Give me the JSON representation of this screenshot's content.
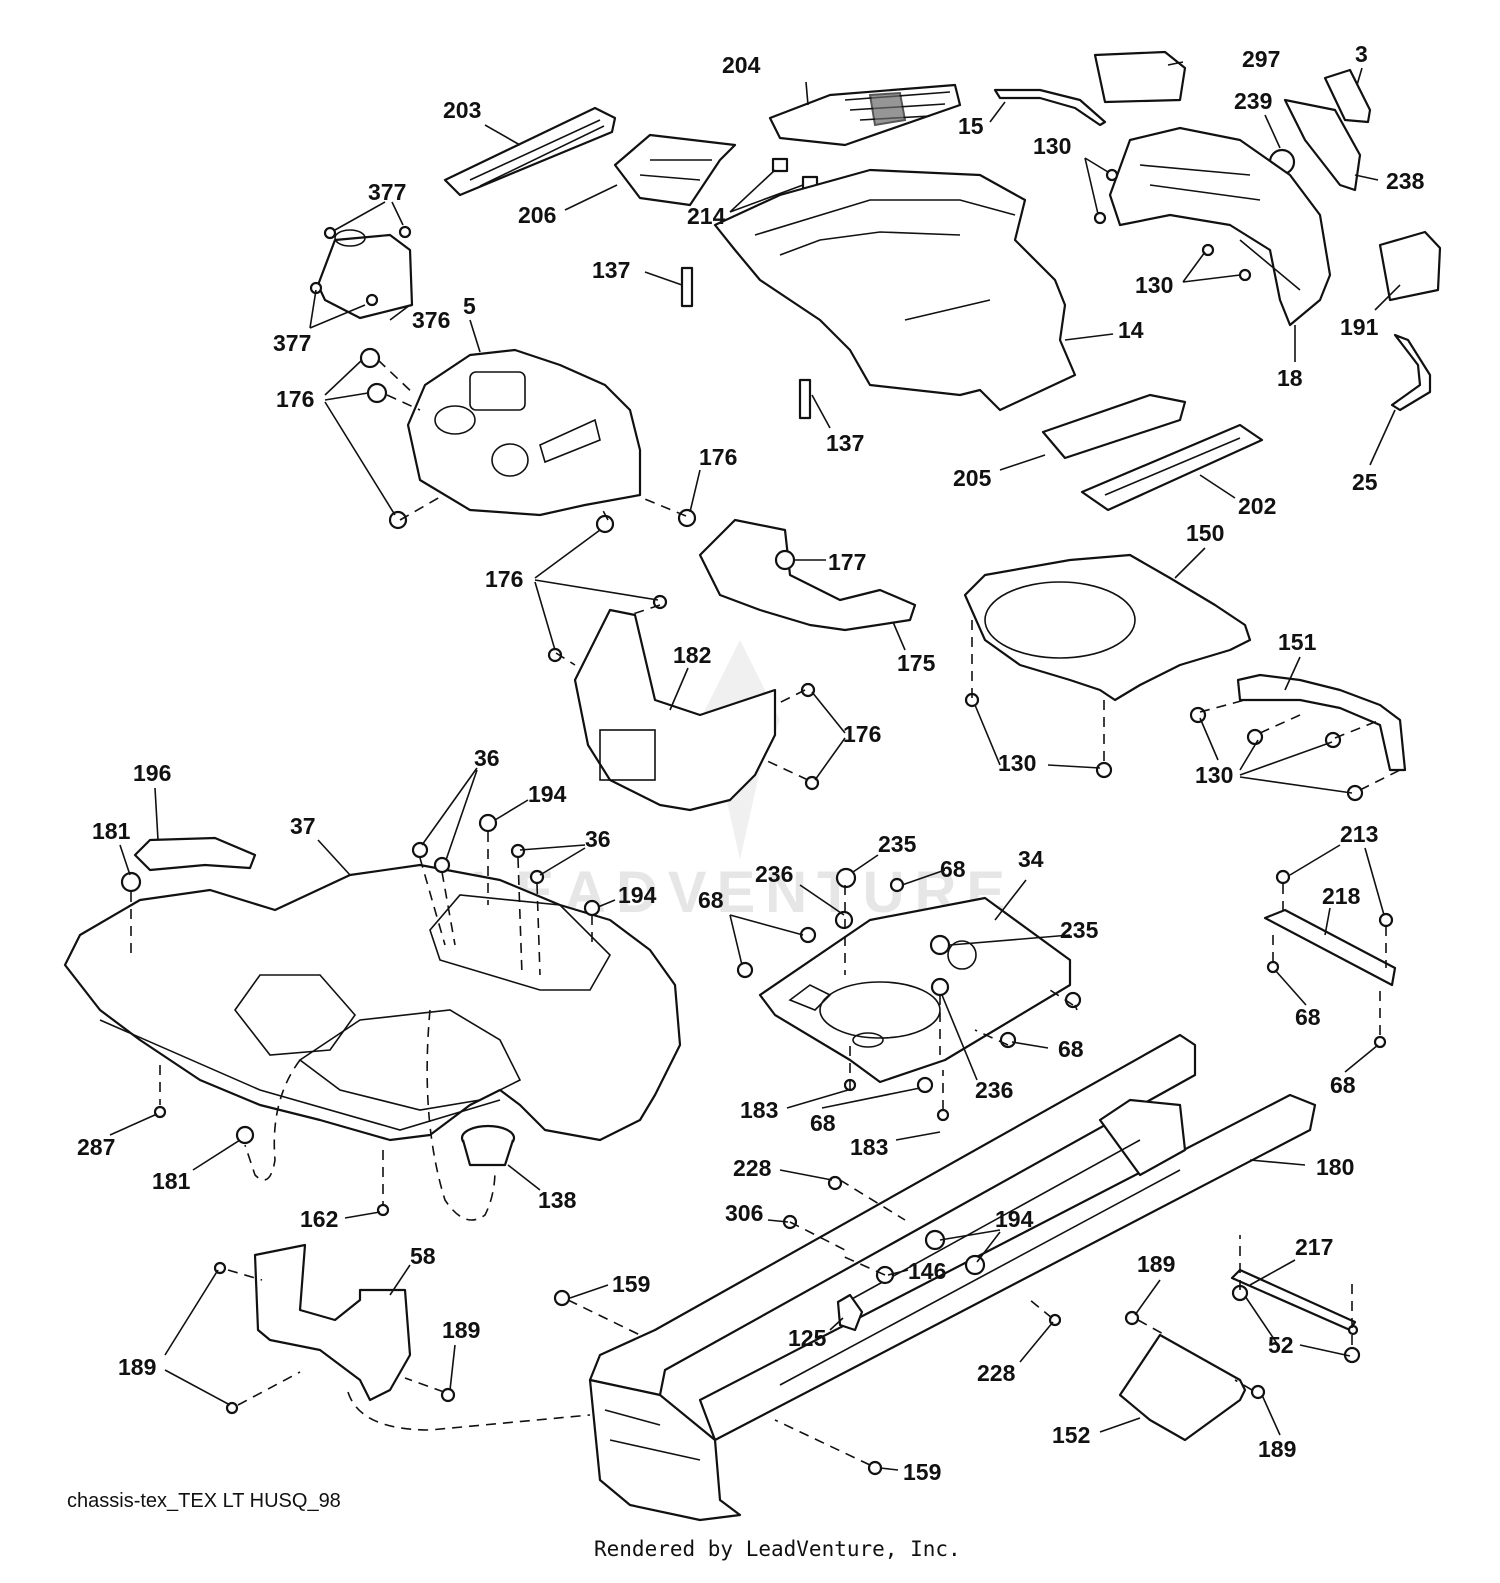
{
  "diagram_id": "chassis-tex_TEX LT HUSQ_98",
  "footer": "Rendered by LeadVenture, Inc.",
  "watermark": "LEADVENTURE",
  "labels": {
    "p204": "204",
    "p297": "297",
    "p3": "3",
    "p203": "203",
    "p15": "15",
    "p239": "239",
    "p130a": "130",
    "p238": "238",
    "p377a": "377",
    "p206": "206",
    "p214": "214",
    "p137a": "137",
    "p130b": "130",
    "p191": "191",
    "p5": "5",
    "p14": "14",
    "p377b": "377",
    "p376": "376",
    "p18": "18",
    "p176a": "176",
    "p137b": "137",
    "p176b": "176",
    "p205": "205",
    "p25": "25",
    "p202": "202",
    "p150": "150",
    "p177": "177",
    "p176c": "176",
    "p175": "175",
    "p151": "151",
    "p182": "182",
    "p176d": "176",
    "p130c": "130",
    "p130d": "130",
    "p36a": "36",
    "p196": "196",
    "p194a": "194",
    "p181a": "181",
    "p37": "37",
    "p36b": "36",
    "p235a": "235",
    "p34": "34",
    "p236a": "236",
    "p68a": "68",
    "p213": "213",
    "p194b": "194",
    "p68b": "68",
    "p218": "218",
    "p235b": "235",
    "p68c": "68",
    "p68d": "68",
    "p236b": "236",
    "p68e": "68",
    "p183a": "183",
    "p287": "287",
    "p68f": "68",
    "p183b": "183",
    "p181b": "181",
    "p228a": "228",
    "p180": "180",
    "p138": "138",
    "p162": "162",
    "p306": "306",
    "p194c": "194",
    "p217": "217",
    "p58": "58",
    "p189a": "189",
    "p146": "146",
    "p159a": "159",
    "p189b": "189",
    "p52": "52",
    "p125": "125",
    "p189c": "189",
    "p228b": "228",
    "p152": "152",
    "p189d": "189",
    "p159b": "159"
  }
}
